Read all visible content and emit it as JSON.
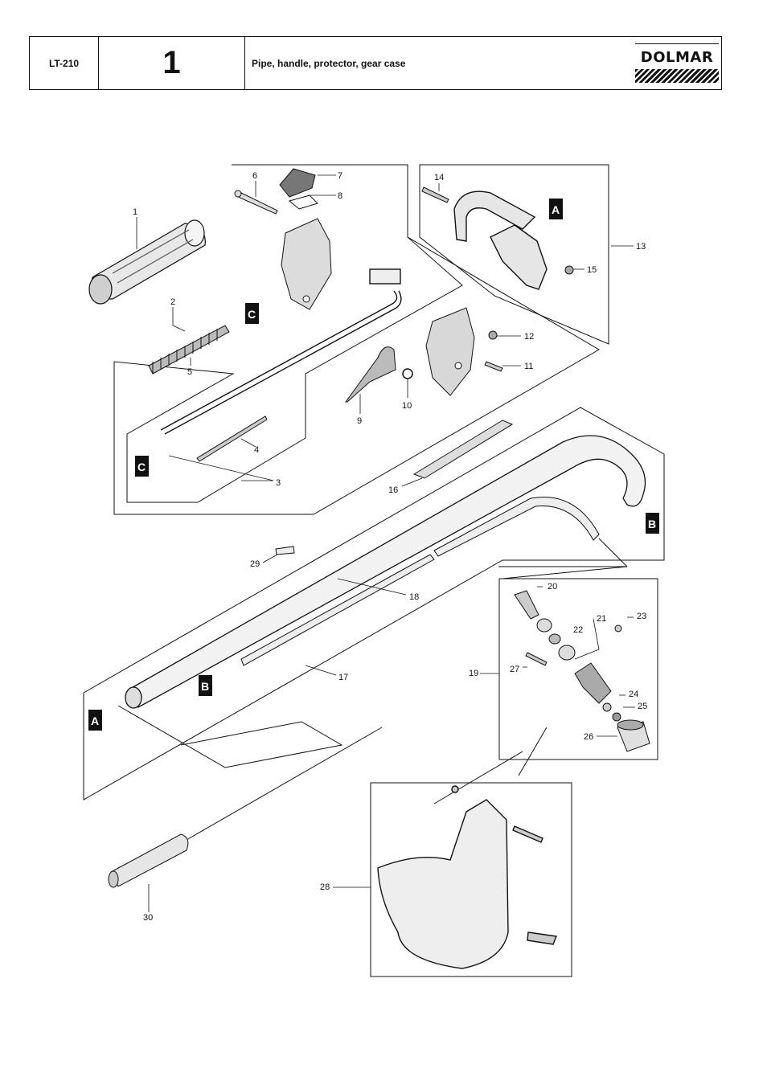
{
  "header": {
    "model": "LT-210",
    "figure_number": "1",
    "title": "Pipe, handle, protector, gear case",
    "brand": "DOLMAR"
  },
  "labels": {
    "p1": "1",
    "p2": "2",
    "p3": "3",
    "p4": "4",
    "p5": "5",
    "p6": "6",
    "p7": "7",
    "p8": "8",
    "p9": "9",
    "p10": "10",
    "p11": "11",
    "p12": "12",
    "p13": "13",
    "p14": "14",
    "p15": "15",
    "p16": "16",
    "p17": "17",
    "p18": "18",
    "p19": "19",
    "p20": "20",
    "p21": "21",
    "p22": "22",
    "p23": "23",
    "p24": "24",
    "p25": "25",
    "p26": "26",
    "p27": "27",
    "p28": "28",
    "p29": "29",
    "p30": "30"
  },
  "keys": {
    "a": "A",
    "b": "B",
    "c": "C"
  }
}
